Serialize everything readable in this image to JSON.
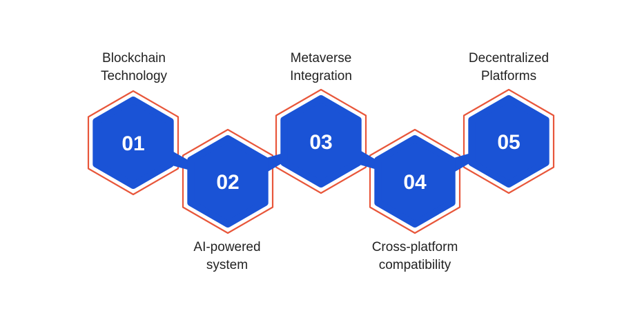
{
  "colors": {
    "hex_fill": "#1a53d6",
    "hex_outline": "#e8563a",
    "number_text": "#ffffff",
    "label_text": "#222222"
  },
  "steps": [
    {
      "number": "01",
      "label": [
        "Blockchain",
        "Technology"
      ]
    },
    {
      "number": "02",
      "label": [
        "AI-powered",
        "system"
      ]
    },
    {
      "number": "03",
      "label": [
        "Metaverse",
        "Integration"
      ]
    },
    {
      "number": "04",
      "label": [
        "Cross-platform",
        "compatibility"
      ]
    },
    {
      "number": "05",
      "label": [
        "Decentralized",
        "Platforms"
      ]
    }
  ]
}
